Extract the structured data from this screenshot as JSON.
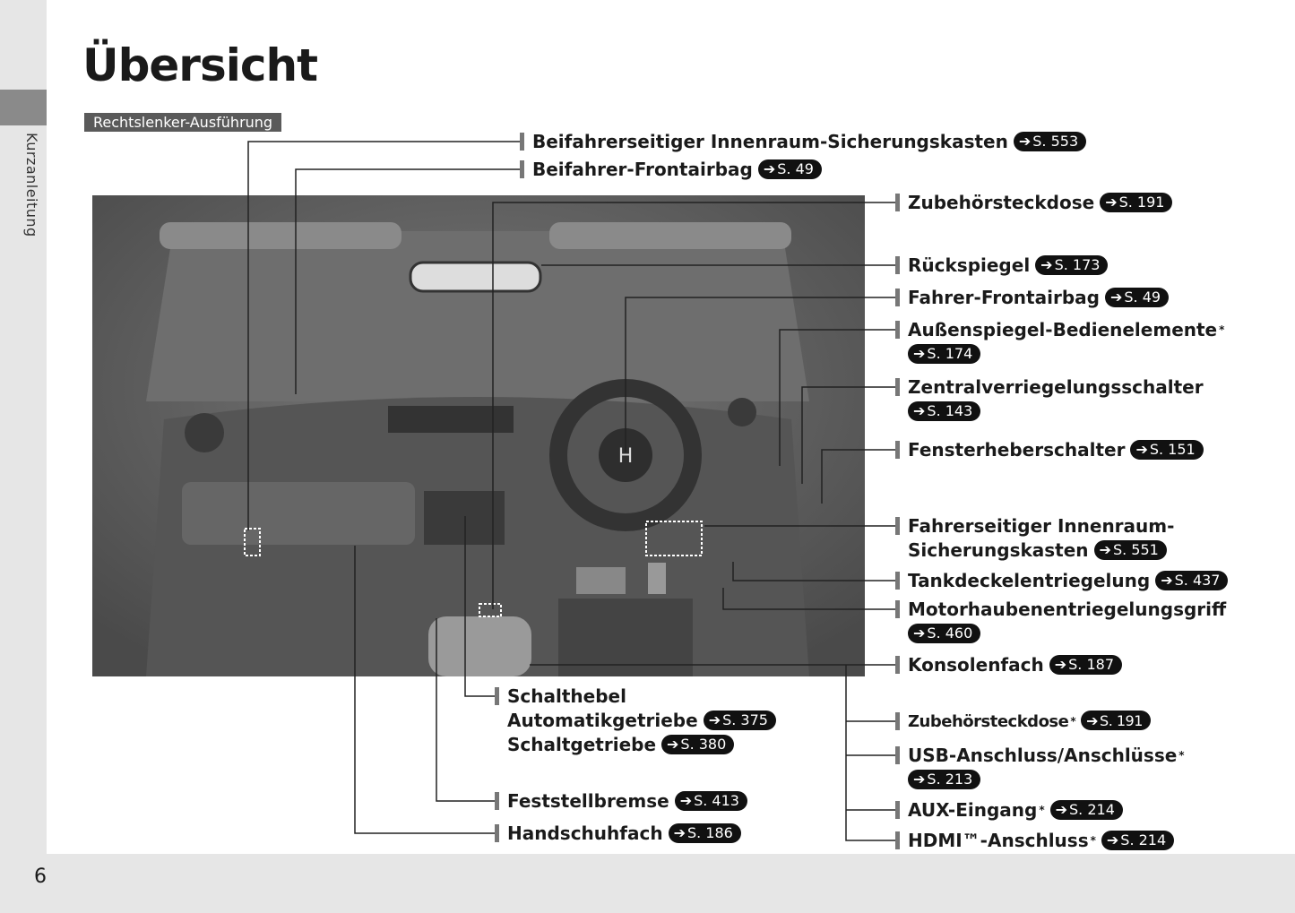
{
  "page": {
    "title": "Übersicht",
    "variant": "Rechtslenker-Ausführung",
    "side_tab": "Kurzanleitung",
    "page_number": "6"
  },
  "labels": {
    "beif_sich": {
      "text": "Beifahrerseitiger Innenraum-Sicherungskasten",
      "ref": "S. 553"
    },
    "beif_airbag": {
      "text": "Beifahrer-Frontairbag",
      "ref": "S. 49"
    },
    "zubehoer1": {
      "text": "Zubehörsteckdose",
      "ref": "S. 191"
    },
    "rueckspiegel": {
      "text": "Rückspiegel",
      "ref": "S. 173"
    },
    "fahrer_airbag": {
      "text": "Fahrer-Frontairbag",
      "ref": "S. 49"
    },
    "aussenspiegel": {
      "text": "Außenspiegel-Bedienelemente",
      "star": "*",
      "ref": "S. 174"
    },
    "zentral": {
      "text": "Zentralverriegelungsschalter",
      "ref": "S. 143"
    },
    "fenster": {
      "text": "Fensterheberschalter",
      "ref": "S. 151"
    },
    "fahrer_sich": {
      "text": "Fahrerseitiger Innenraum-",
      "text2": "Sicherungskasten",
      "ref": "S. 551"
    },
    "tank": {
      "text": "Tankdeckelentriegelung",
      "ref": "S. 437"
    },
    "motorhaube": {
      "text": "Motorhaubenentriegelungsgriff",
      "ref": "S. 460"
    },
    "konsole": {
      "text": "Konsolenfach",
      "ref": "S. 187"
    },
    "zubehoer2": {
      "text": "Zubehörsteckdose",
      "star": "*",
      "ref": "S. 191"
    },
    "usb": {
      "text": "USB-Anschluss/Anschlüsse",
      "star": "*",
      "ref": "S. 213"
    },
    "aux": {
      "text": "AUX-Eingang",
      "star": "*",
      "ref": "S. 214"
    },
    "hdmi": {
      "text": "HDMI™-Anschluss",
      "star": "*",
      "ref": "S. 214"
    },
    "schalthebel": {
      "text": "Schalthebel",
      "auto": "Automatikgetriebe",
      "auto_ref": "S. 375",
      "manual": "Schaltgetriebe",
      "manual_ref": "S. 380"
    },
    "feststell": {
      "text": "Feststellbremse",
      "ref": "S. 413"
    },
    "handschuh": {
      "text": "Handschuhfach",
      "ref": "S. 186"
    }
  }
}
